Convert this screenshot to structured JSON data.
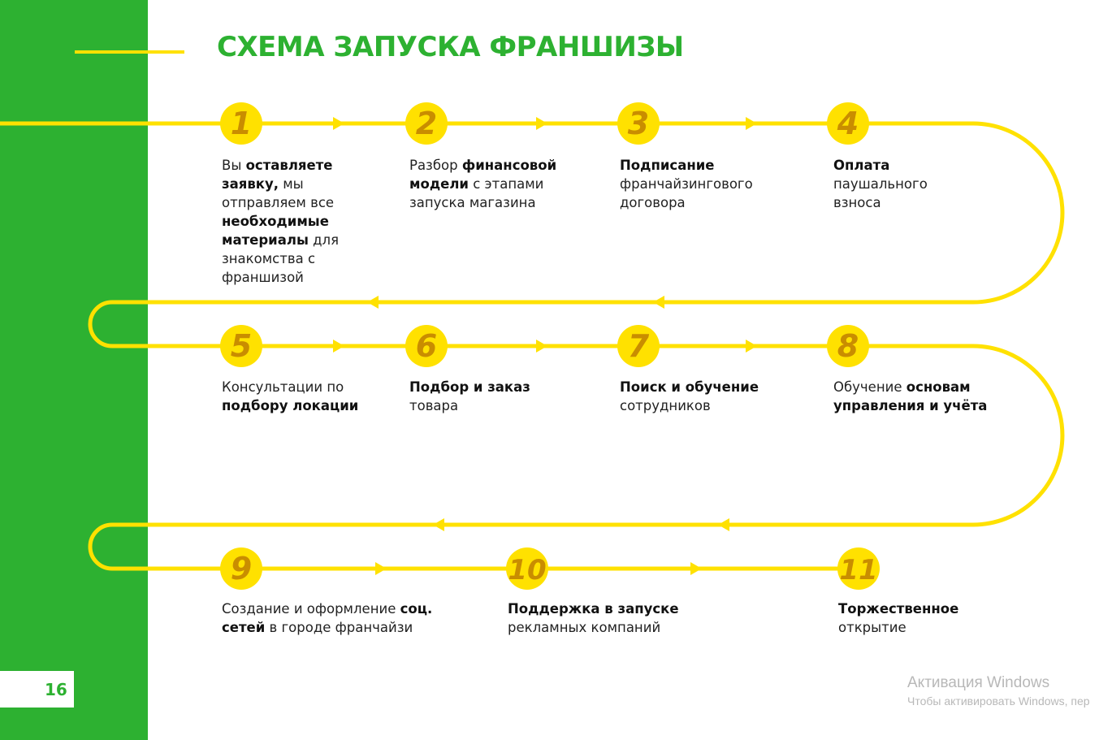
{
  "title": "СХЕМА ЗАПУСКА ФРАНШИЗЫ",
  "page_number": "16",
  "colors": {
    "green": "#2db131",
    "yellow": "#ffe100",
    "number": "#c98d00"
  },
  "steps": [
    {
      "number": "1",
      "parts": [
        [
          "Вы ",
          false
        ],
        [
          "оставляете заявку,",
          true
        ],
        [
          " мы отправляем все ",
          false
        ],
        [
          "необходимые материалы",
          true
        ],
        [
          " для знакомства с франшизой",
          false
        ]
      ]
    },
    {
      "number": "2",
      "parts": [
        [
          "Разбор ",
          false
        ],
        [
          "финансовой модели",
          true
        ],
        [
          " с этапами запуска магазина",
          false
        ]
      ]
    },
    {
      "number": "3",
      "parts": [
        [
          "Подписание",
          true
        ],
        [
          " франчайзингового договора",
          false
        ]
      ]
    },
    {
      "number": "4",
      "parts": [
        [
          "Оплата",
          true
        ],
        [
          " паушального взноса",
          false
        ]
      ]
    },
    {
      "number": "5",
      "parts": [
        [
          "Консультации по ",
          false
        ],
        [
          "подбору локации",
          true
        ]
      ]
    },
    {
      "number": "6",
      "parts": [
        [
          "Подбор и заказ",
          true
        ],
        [
          " товара",
          false
        ]
      ]
    },
    {
      "number": "7",
      "parts": [
        [
          "Поиск и обучение",
          true
        ],
        [
          " сотрудников",
          false
        ]
      ]
    },
    {
      "number": "8",
      "parts": [
        [
          "Обучение ",
          false
        ],
        [
          "основам управления и учёта",
          true
        ]
      ]
    },
    {
      "number": "9",
      "parts": [
        [
          "Создание и оформление ",
          false
        ],
        [
          "соц. сетей",
          true
        ],
        [
          " в городе франчайзи",
          false
        ]
      ]
    },
    {
      "number": "10",
      "parts": [
        [
          "Поддержка в запуске",
          true
        ],
        [
          " рекламных компаний",
          false
        ]
      ]
    },
    {
      "number": "11",
      "parts": [
        [
          "Торжественное",
          true
        ],
        [
          " открытие",
          false
        ]
      ]
    }
  ],
  "watermark": {
    "line1": "Активация Windows",
    "line2": "Чтобы активировать Windows, пер"
  }
}
